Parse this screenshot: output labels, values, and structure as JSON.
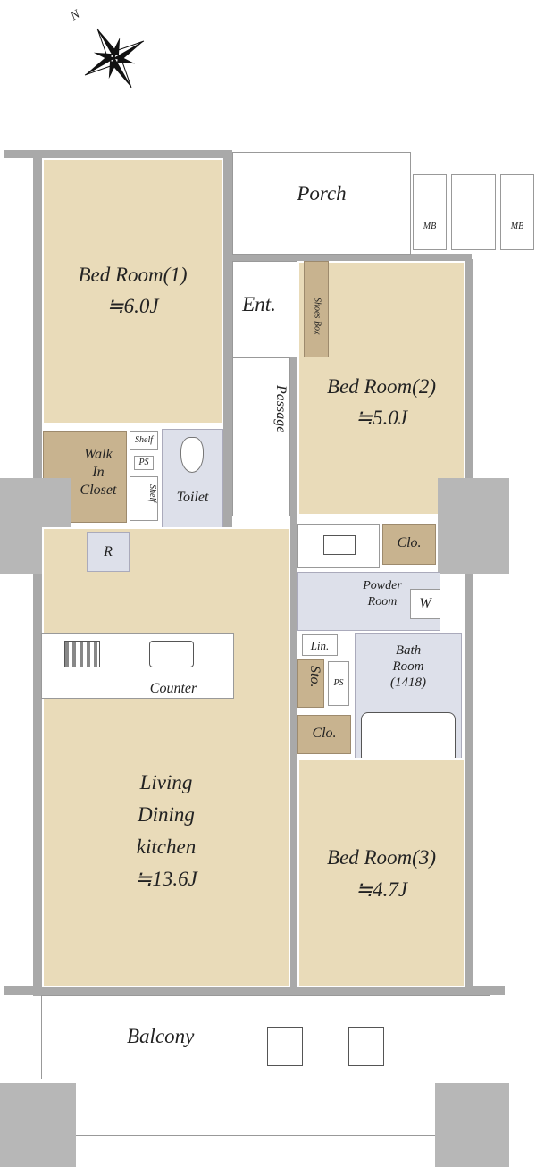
{
  "compass": {
    "north_label": "N"
  },
  "rooms": {
    "bed1": {
      "name": "Bed Room(1)",
      "size": "≒6.0J"
    },
    "bed2": {
      "name": "Bed Room(2)",
      "size": "≒5.0J"
    },
    "bed3": {
      "name": "Bed Room(3)",
      "size": "≒4.7J"
    },
    "ldk": {
      "line1": "Living",
      "line2": "Dining",
      "line3": "kitchen",
      "size": "≒13.6J"
    },
    "porch": "Porch",
    "entrance": "Ent.",
    "shoes_box": "Shoes Box",
    "passage": "Passage",
    "walk_in_closet": {
      "line1": "Walk",
      "line2": "In",
      "line3": "Closet"
    },
    "shelf": "Shelf",
    "ps": "PS",
    "toilet": "Toilet",
    "refrigerator": "R",
    "counter": "Counter",
    "closet": "Clo.",
    "powder_room": {
      "line1": "Powder",
      "line2": "Room"
    },
    "washer": "W",
    "linen": "Lin.",
    "storage": "Sto.",
    "bath_room": {
      "line1": "Bath",
      "line2": "Room",
      "line3": "(1418)"
    },
    "balcony": "Balcony",
    "meter_box": "MB"
  },
  "colors": {
    "room": "#e9dbb9",
    "storage": "#c8b38f",
    "wet": "#dde0ea",
    "wall": "#a9a9a9"
  }
}
